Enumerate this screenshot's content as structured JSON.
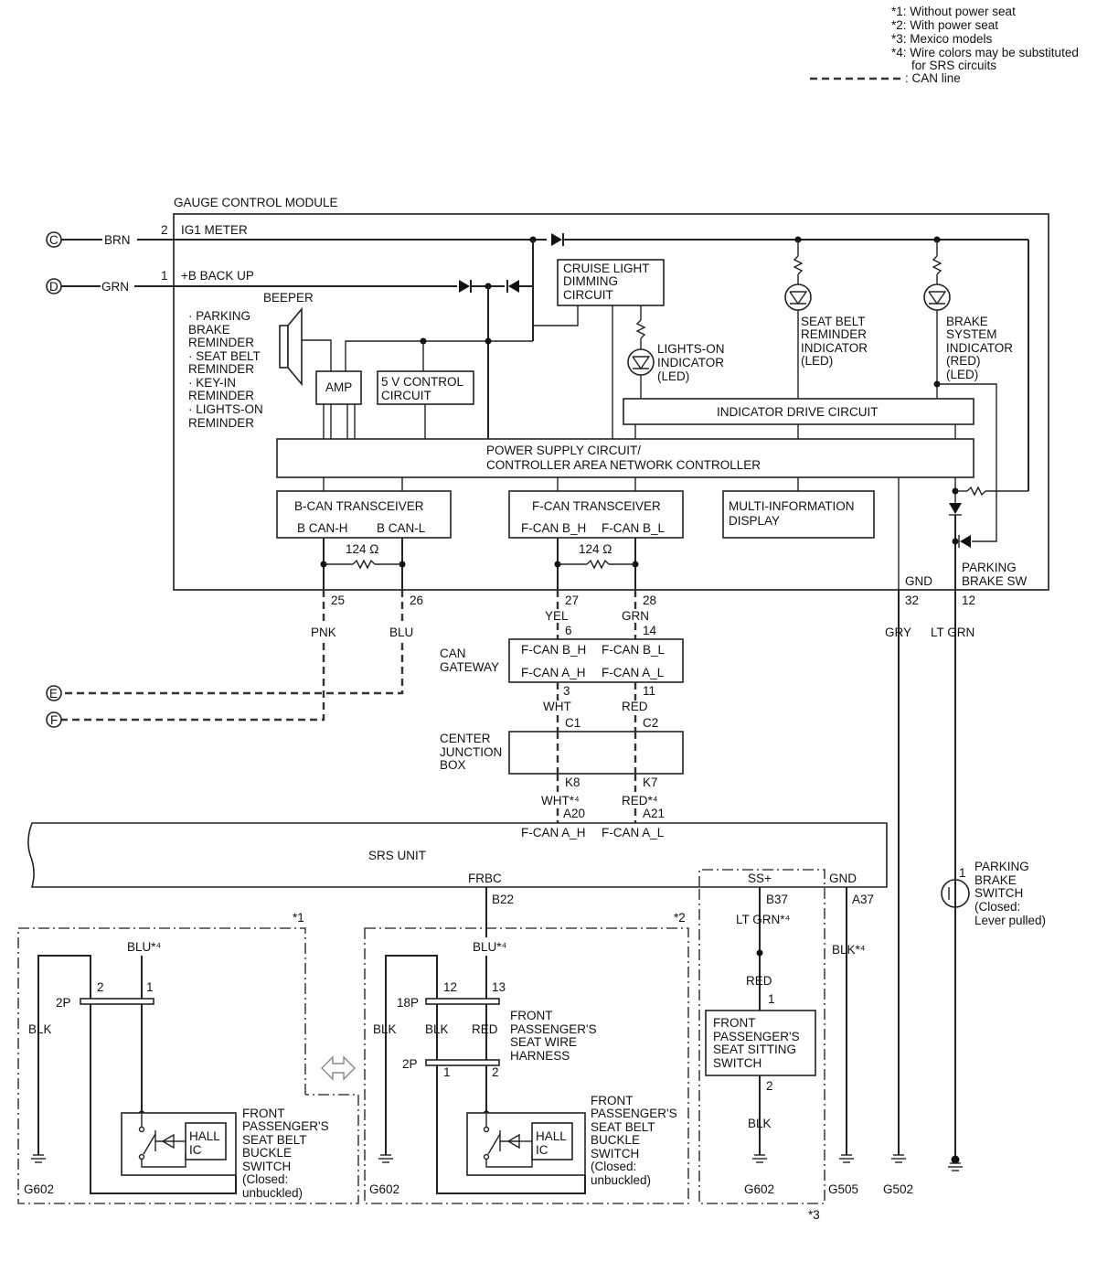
{
  "notes": [
    "*1: Without power seat",
    "*2: With power seat",
    "*3: Mexico models",
    "*4: Wire colors may be substituted",
    "for SRS circuits",
    ": CAN line"
  ],
  "gcm": {
    "title": "GAUGE CONTROL MODULE",
    "pin2": "2",
    "ig1": "IG1 METER",
    "pin1": "1",
    "backup": "+B BACK UP",
    "beeper": "BEEPER",
    "reminders": [
      "· PARKING",
      "BRAKE",
      "REMINDER",
      "· SEAT BELT",
      "REMINDER",
      "· KEY-IN",
      "REMINDER",
      "· LIGHTS-ON",
      "REMINDER"
    ],
    "amp": "AMP",
    "vctrl": [
      "5 V CONTROL",
      "CIRCUIT"
    ],
    "cruise": [
      "CRUISE LIGHT",
      "DIMMING",
      "CIRCUIT"
    ],
    "lights_on": [
      "LIGHTS-ON",
      "INDICATOR",
      "(LED)"
    ],
    "seat_belt": [
      "SEAT BELT",
      "REMINDER",
      "INDICATOR",
      "(LED)"
    ],
    "brake_sys": [
      "BRAKE",
      "SYSTEM",
      "INDICATOR",
      "(RED)",
      "(LED)"
    ],
    "indicator_drive": "INDICATOR DRIVE CIRCUIT",
    "power_supply": [
      "POWER SUPPLY CIRCUIT/",
      "CONTROLLER AREA NETWORK CONTROLLER"
    ],
    "bcan": "B-CAN TRANSCEIVER",
    "bcan_h": "B CAN-H",
    "bcan_l": "B CAN-L",
    "fcan": "F-CAN TRANSCEIVER",
    "fcan_h": "F-CAN B_H",
    "fcan_l": "F-CAN B_L",
    "mid": [
      "MULTI-INFORMATION",
      "DISPLAY"
    ],
    "ohm": "124 Ω",
    "gnd": "GND",
    "pbsw": [
      "PARKING",
      "BRAKE SW"
    ]
  },
  "connectors": {
    "c": "C",
    "d": "D",
    "e": "E",
    "f": "F"
  },
  "wires": {
    "brn": "BRN",
    "grn": "GRN",
    "pnk": "PNK",
    "blu": "BLU",
    "yel": "YEL",
    "grn2": "GRN",
    "gry": "GRY",
    "ltgrn": "LT GRN",
    "wht": "WHT",
    "red": "RED",
    "wht4": "WHT*⁴",
    "red4": "RED*⁴",
    "blu4": "BLU*⁴",
    "ltgrn4": "LT GRN*⁴",
    "blk4": "BLK*⁴",
    "blk": "BLK",
    "red_s": "RED"
  },
  "pins": {
    "p25": "25",
    "p26": "26",
    "p27": "27",
    "p28": "28",
    "p32": "32",
    "p12": "12",
    "p6": "6",
    "p14": "14",
    "p3": "3",
    "p11": "11",
    "c1": "C1",
    "c2": "C2",
    "k8": "K8",
    "k7": "K7",
    "a20": "A20",
    "a21": "A21",
    "b22": "B22",
    "b37": "B37",
    "a37": "A37",
    "l2": "2",
    "l1": "1",
    "m12": "12",
    "m13": "13",
    "m1": "1",
    "m2": "2",
    "s1": "1",
    "s2": "2",
    "pk1": "1"
  },
  "gateway": {
    "label": [
      "CAN",
      "GATEWAY"
    ],
    "fcanbh": "F-CAN B_H",
    "fcanbl": "F-CAN B_L",
    "fcanah": "F-CAN A_H",
    "fcanal": "F-CAN A_L"
  },
  "cjb": [
    "CENTER",
    "JUNCTION",
    "BOX"
  ],
  "srs": {
    "label": "SRS UNIT",
    "fcanah": "F-CAN A_H",
    "fcanal": "F-CAN A_L",
    "frbc": "FRBC",
    "ss": "SS+",
    "gnd": "GND"
  },
  "seat": {
    "star1": "*1",
    "star2": "*2",
    "star3": "*3",
    "c2p": "2P",
    "c18p": "18P",
    "harness": [
      "FRONT",
      "PASSENGER'S",
      "SEAT WIRE",
      "HARNESS"
    ],
    "buckle": [
      "FRONT",
      "PASSENGER'S",
      "SEAT BELT",
      "BUCKLE",
      "SWITCH",
      "(Closed:",
      "unbuckled)"
    ],
    "hall": [
      "HALL",
      "IC"
    ],
    "sitting": [
      "FRONT",
      "PASSENGER'S",
      "SEAT SITTING",
      "SWITCH"
    ],
    "pbswitch": [
      "PARKING",
      "BRAKE",
      "SWITCH",
      "(Closed:",
      "Lever pulled)"
    ]
  },
  "grounds": {
    "g1": "G602",
    "g2": "G602",
    "g3": "G602",
    "g4": "G505",
    "g5": "G502"
  }
}
